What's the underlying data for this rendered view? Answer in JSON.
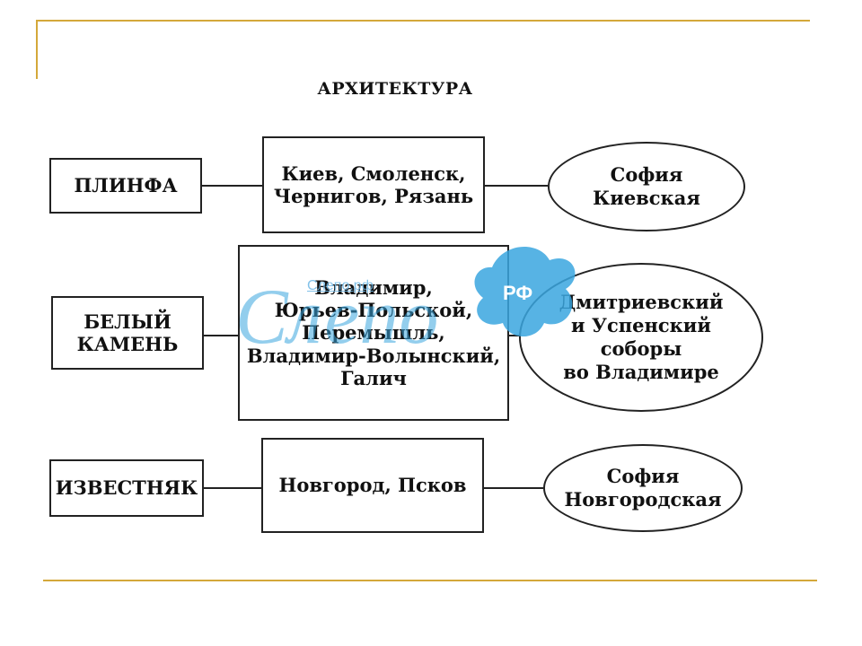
{
  "title": "АРХИТЕКТУРА",
  "rows": [
    {
      "material": "ПЛИНФА",
      "cities": "Киев, Смоленск,\nЧернигов, Рязань",
      "example": "София\nКиевская"
    },
    {
      "material": "БЕЛЫЙ\nКАМЕНЬ",
      "cities": "Владимир,\nЮрьев-Польской,\nПеремышль,\nВладимир-Волынский,\nГалич",
      "example": "Дмитриевский\nи Успенский\nсоборы\nво Владимире"
    },
    {
      "material": "ИЗВЕСТНЯК",
      "cities": "Новгород, Псков",
      "example": "София\nНовгородская"
    }
  ],
  "watermark": {
    "logo_text": "Слепо",
    "badge": "РФ",
    "link": "Слепо.рф"
  },
  "colors": {
    "frame": "#d4a83a",
    "watermark": "#3aa6df"
  }
}
